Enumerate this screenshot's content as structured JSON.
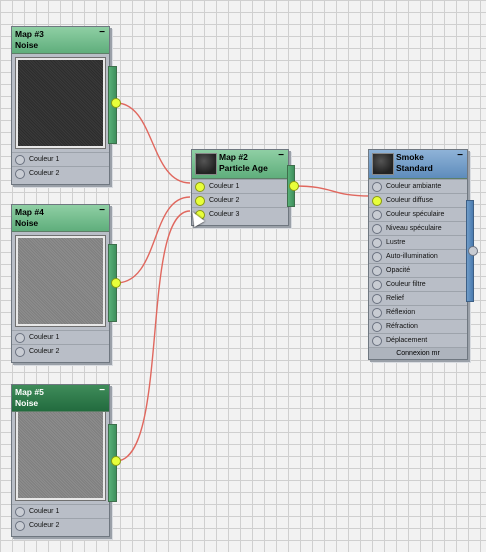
{
  "colors": {
    "wire": "#e0675e",
    "socket_active": "#e8ff3a",
    "map_header": "#72bd8c",
    "selected_header": "#2d7a4a",
    "material_header": "#6f9cc8"
  },
  "nodes": {
    "map3": {
      "title": "Map #3",
      "type": "Noise",
      "slots": [
        "Couleur 1",
        "Couleur 2"
      ]
    },
    "map4": {
      "title": "Map #4",
      "type": "Noise",
      "slots": [
        "Couleur 1",
        "Couleur 2"
      ]
    },
    "map5": {
      "title": "Map #5",
      "type": "Noise",
      "slots": [
        "Couleur 1",
        "Couleur 2"
      ]
    },
    "map2": {
      "title": "Map #2",
      "type": "Particle Age",
      "slots": [
        "Couleur 1",
        "Couleur 2",
        "Couleur 3"
      ]
    },
    "smoke": {
      "title": "Smoke",
      "type": "Standard",
      "slots": [
        "Couleur ambiante",
        "Couleur diffuse",
        "Couleur spéculaire",
        "Niveau spéculaire",
        "Lustre",
        "Auto-illumination",
        "Opacité",
        "Couleur filtre",
        "Relief",
        "Réflexion",
        "Réfraction",
        "Déplacement"
      ],
      "footer": "Connexion mr"
    }
  },
  "icons": {
    "collapse": "minus-icon",
    "cursor": "mouse-pointer-icon"
  },
  "collapse_symbol": "−"
}
